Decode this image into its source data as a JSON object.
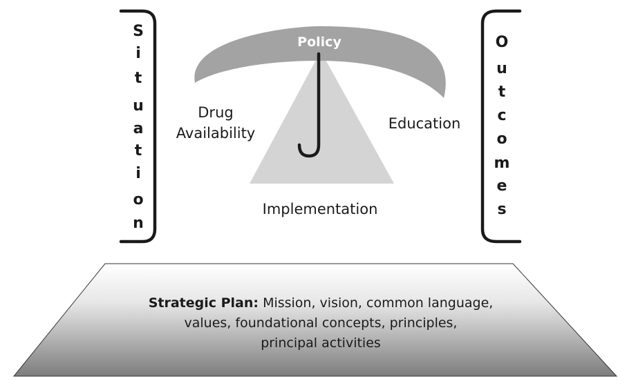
{
  "policy": {
    "label": "Policy"
  },
  "triangle": {
    "left_label_line1": "Drug",
    "left_label_line2": "Availability",
    "right_label": "Education",
    "bottom_label": "Implementation"
  },
  "situation": {
    "letters": [
      "S",
      "i",
      "t",
      "u",
      "a",
      "t",
      "i",
      "o",
      "n"
    ]
  },
  "outcomes": {
    "letters": [
      "O",
      "u",
      "t",
      "c",
      "o",
      "m",
      "e",
      "s"
    ]
  },
  "strategic_plan": {
    "heading": "Strategic Plan:",
    "line1": "Mission, vision, common language,",
    "line2": "values, foundational concepts, principles,",
    "line3": "principal activities"
  },
  "colors": {
    "umbrella": "#a3a3a3",
    "triangle": "#d4d4d4",
    "stroke": "#1a1a1a",
    "base_top": "#ffffff",
    "base_bottom": "#7d7d7d"
  }
}
